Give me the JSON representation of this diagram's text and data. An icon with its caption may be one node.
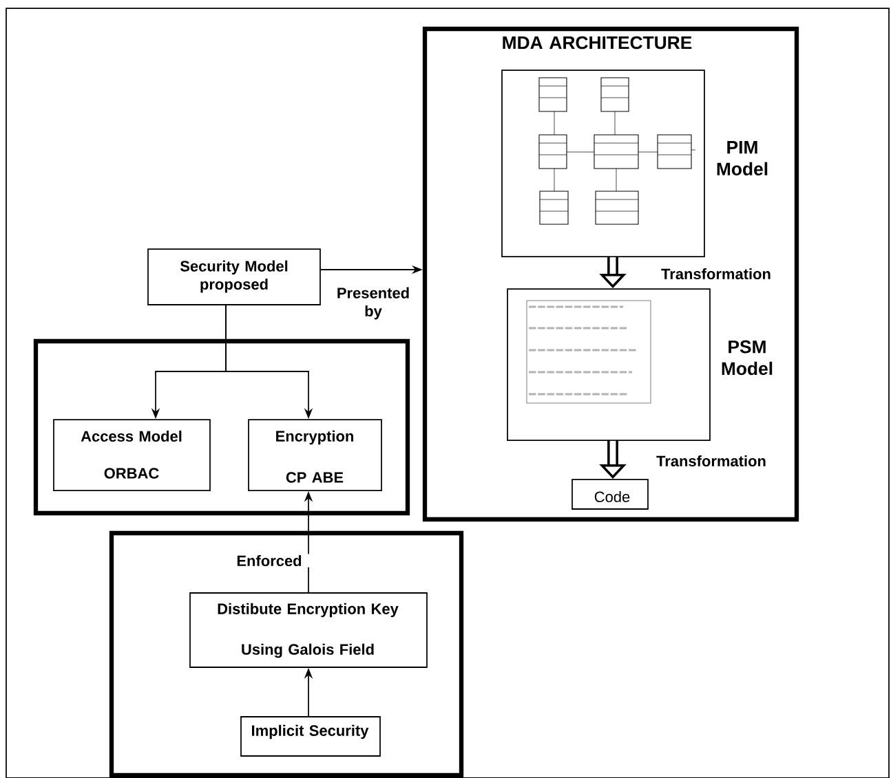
{
  "diagram": {
    "nodes": [
      {
        "text": [
          "Security Model proposed"
        ]
      },
      {
        "text": [],
        "shape": "box"
      },
      {
        "text": [
          "Access Model",
          "ORBAC"
        ],
        "in": 1
      },
      {
        "text": [
          "Encryption",
          "CP ABE"
        ],
        "in": 1
      },
      {
        "text": [],
        "shape": "box"
      },
      {
        "text": [
          "Distibute Encryption Key",
          "Using Galois Field"
        ],
        "in": 4
      },
      {
        "text": [
          "Implicit Security"
        ],
        "in": 4
      },
      {
        "text": [
          "MDA ARCHITECTURE"
        ]
      },
      {
        "text": [],
        "shape": "box",
        "beside": [
          "PIM Model"
        ],
        "in": 7
      },
      {
        "text": [],
        "shape": "box",
        "beside": [
          "PSM Model"
        ],
        "in": 7
      },
      {
        "text": [
          "Code"
        ],
        "in": 7
      }
    ],
    "edges": [
      {
        "from": 0,
        "to": 7,
        "arrow": "to",
        "label": "Presented by"
      },
      {
        "from": 0,
        "to": 2,
        "arrow": "to"
      },
      {
        "from": 0,
        "to": 3,
        "arrow": "to"
      },
      {
        "from": 5,
        "to": 3,
        "arrow": "to",
        "label": "Enforced"
      },
      {
        "from": 6,
        "to": 5,
        "arrow": "to"
      },
      {
        "from": 8,
        "to": 9,
        "arrow": "to",
        "label": "Transformation",
        "style": "thick"
      },
      {
        "from": 9,
        "to": 10,
        "arrow": "to",
        "label": "Transformation",
        "style": "thick"
      }
    ]
  }
}
